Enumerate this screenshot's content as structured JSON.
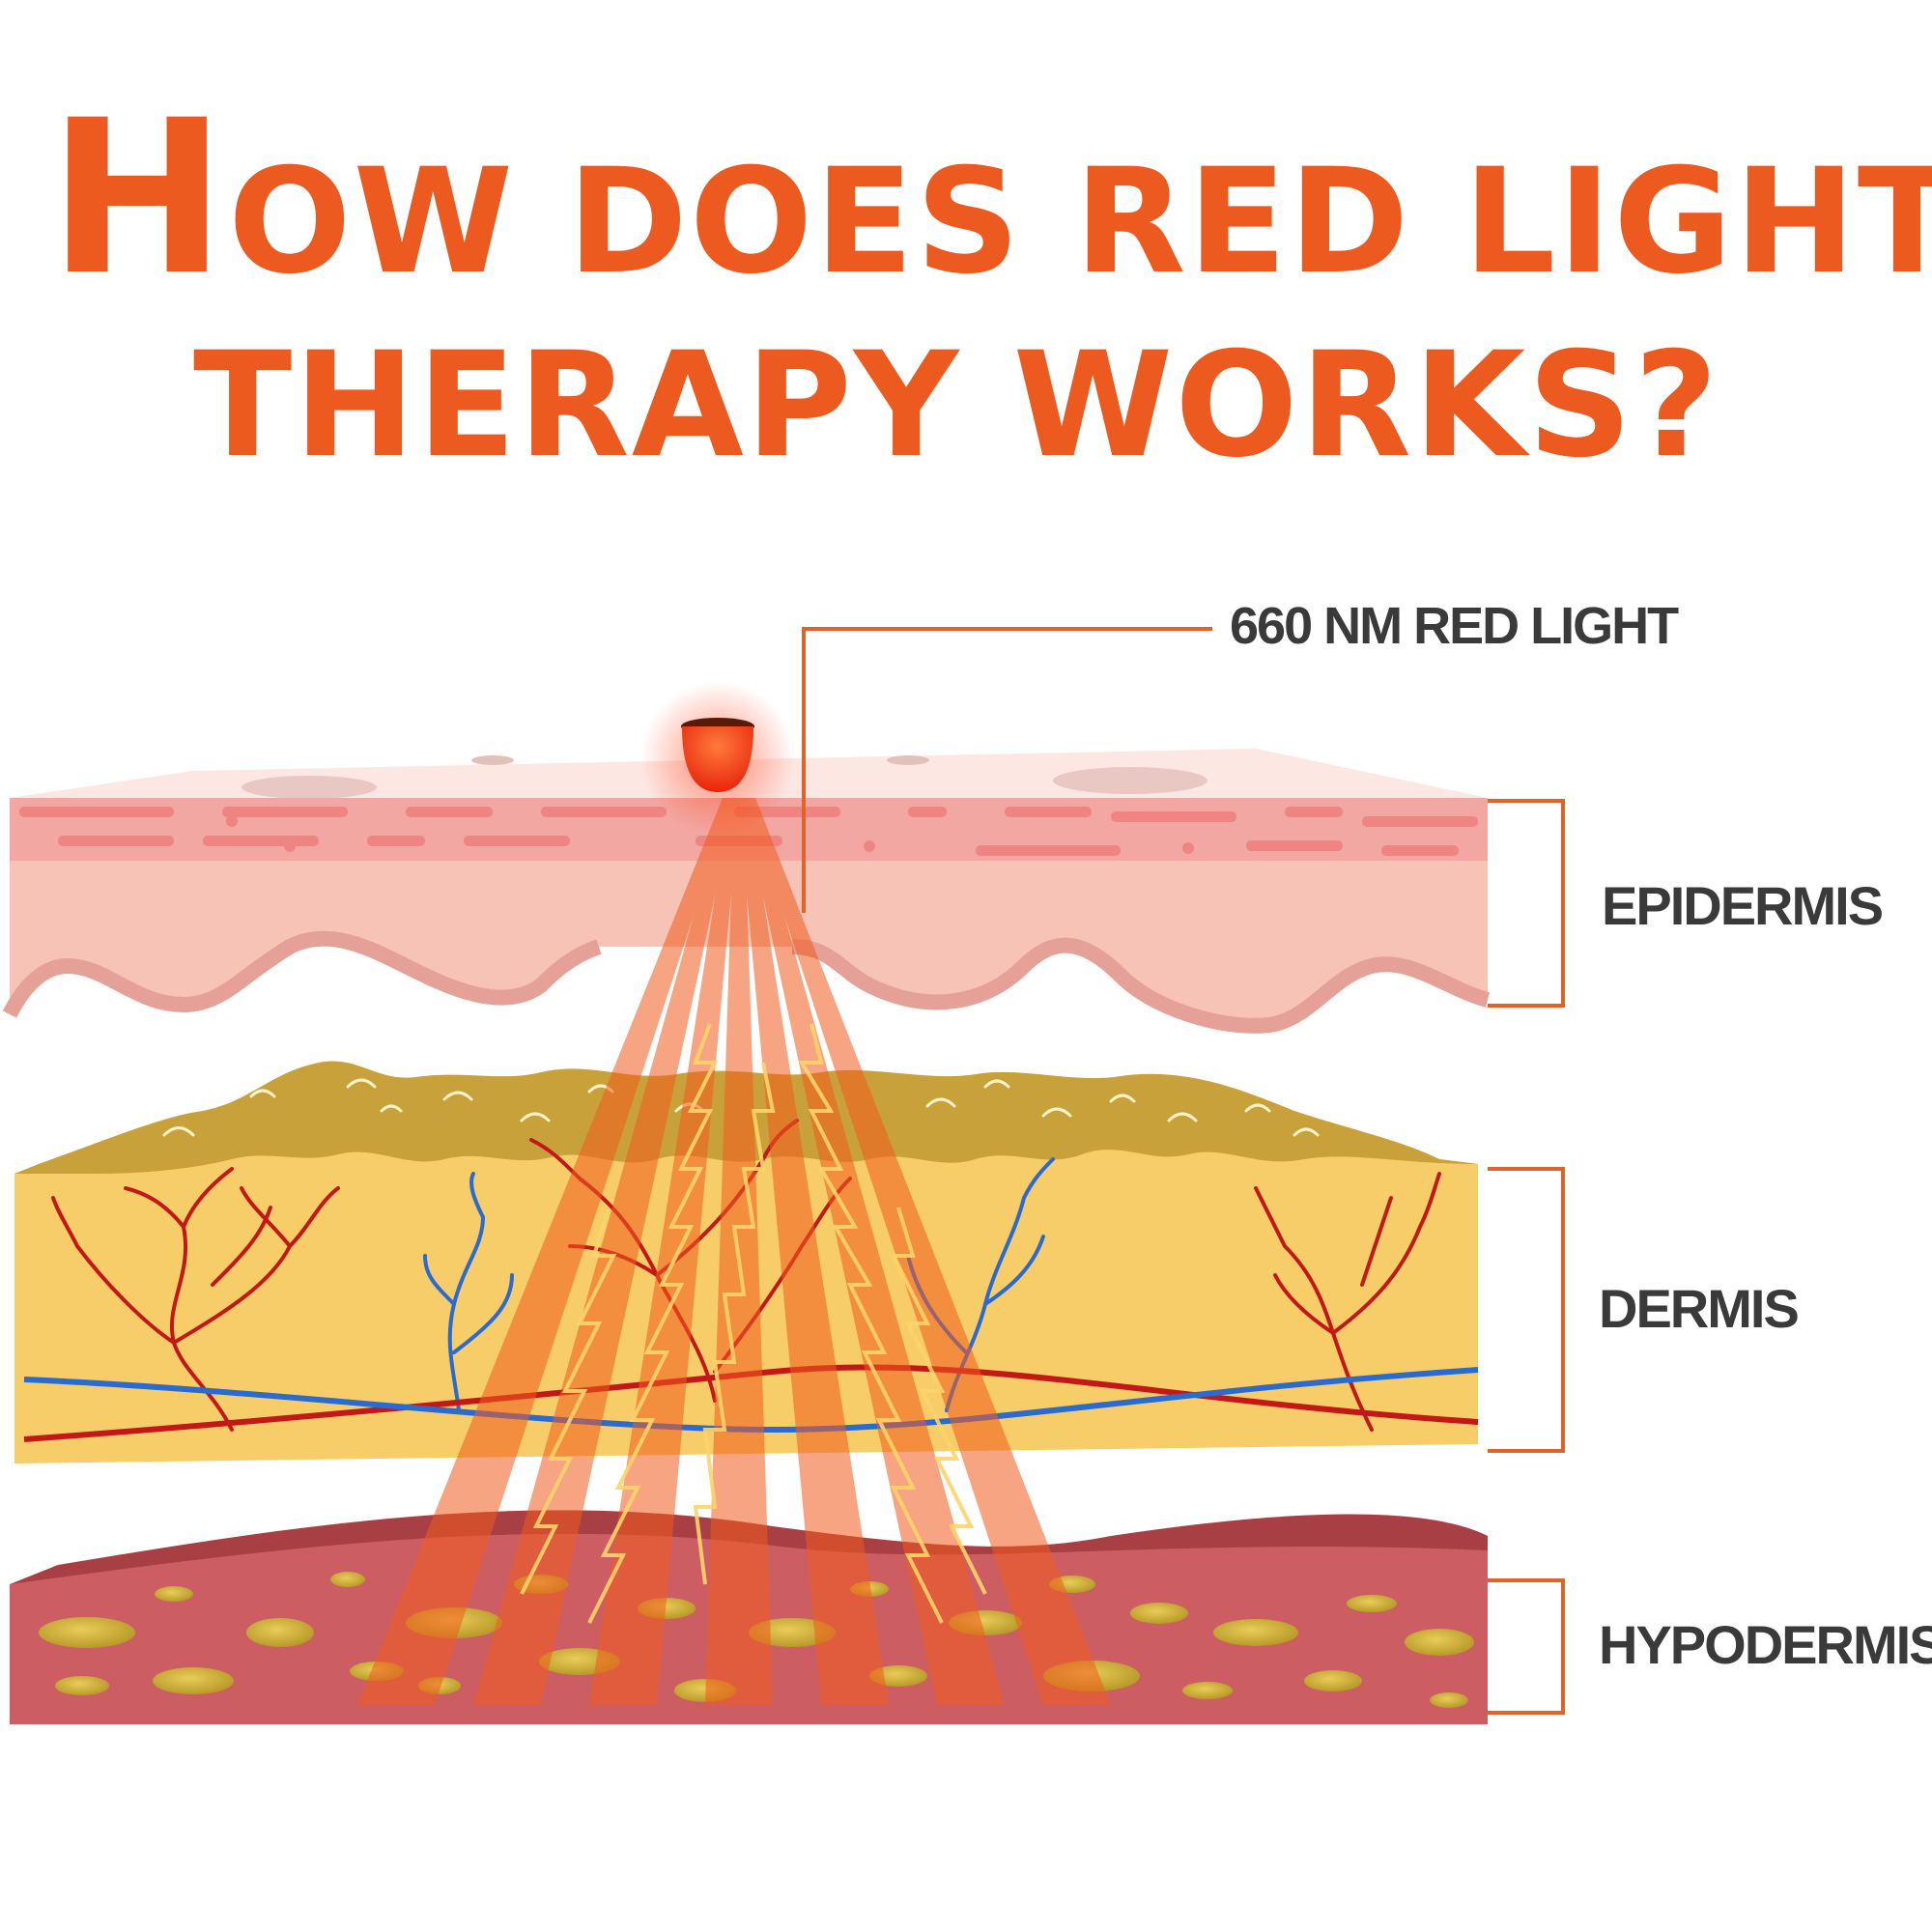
{
  "title": {
    "line1_cap": "H",
    "line1_rest": "OW DOES RED LIGHT",
    "line2": "THERAPY WORKS?"
  },
  "labels": {
    "light": "660 NM RED LIGHT",
    "epidermis": "EPIDERMIS",
    "dermis": "DERMIS",
    "hypodermis": "HYPODERMIS"
  },
  "colors": {
    "title": "#ec5a1f",
    "bracket": "#e0632a",
    "label_text": "#3a3a3a",
    "epidermis": "#f6c3b6",
    "dermis": "#f7cd6a",
    "dermis_top": "#c9a13b",
    "hypodermis": "#cc5e63",
    "hypodermis_top": "#a83f45",
    "fat_cells": "#c4a32c",
    "artery": "#c21818",
    "vein": "#2266cc",
    "light_beam": "#f25b1d",
    "led": "#ff4a12"
  }
}
